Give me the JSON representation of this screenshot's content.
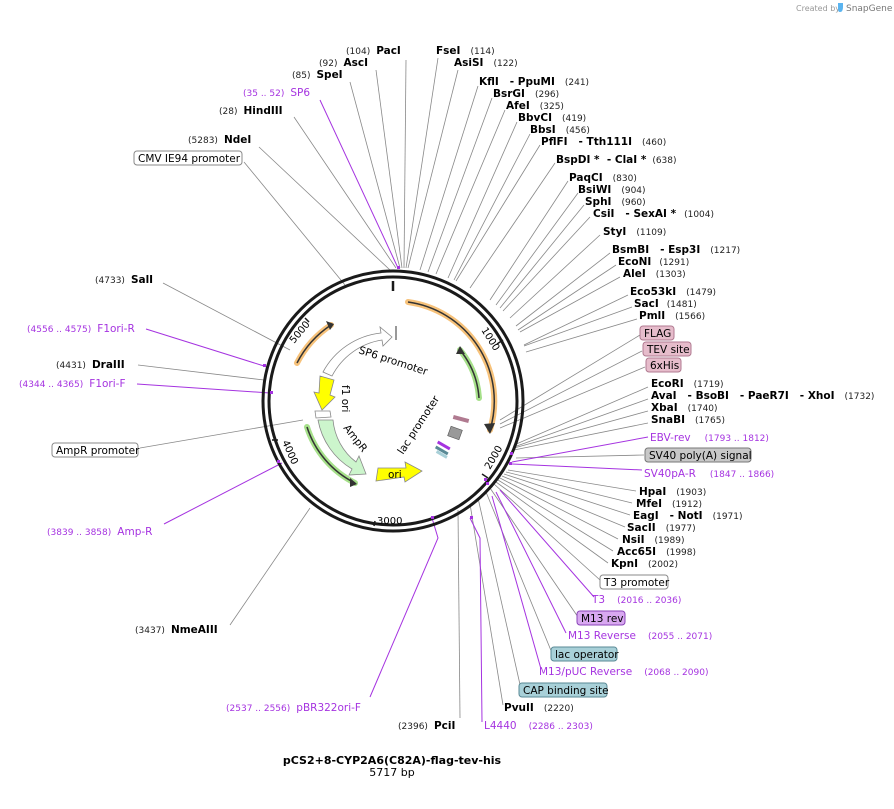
{
  "credit": {
    "prefix": "Created by",
    "brand": "SnapGene"
  },
  "plasmid": {
    "name": "pCS2+8-CYP2A6(C82A)-flag-tev-his",
    "length_label": "5717 bp",
    "length": 5717
  },
  "ticks": [
    "1000",
    "2000",
    "3000",
    "4000",
    "5000"
  ],
  "enzymes_top": [
    {
      "pos": "(104)",
      "name": "PacI"
    },
    {
      "pos": "(92)",
      "name": "AscI"
    },
    {
      "pos": "(85)",
      "name": "SpeI"
    },
    {
      "pos": "(28)",
      "name": "HindIII"
    },
    {
      "pos": "(5283)",
      "name": "NdeI"
    }
  ],
  "enzymes_right": [
    {
      "name": "FseI",
      "pos": "(114)"
    },
    {
      "name": "AsiSI",
      "pos": "(122)"
    },
    {
      "name": "KflI   - PpuMI",
      "pos": "(241)"
    },
    {
      "name": "BsrGI",
      "pos": "(296)"
    },
    {
      "name": "AfeI",
      "pos": "(325)"
    },
    {
      "name": "BbvCI",
      "pos": "(419)"
    },
    {
      "name": "BbsI",
      "pos": "(456)"
    },
    {
      "name": "PflFI   - Tth111I",
      "pos": "(460)"
    },
    {
      "name": "BspDI *  - ClaI *",
      "pos": "(638)"
    },
    {
      "name": "PaqCI",
      "pos": "(830)"
    },
    {
      "name": "BsiWI",
      "pos": "(904)"
    },
    {
      "name": "SphI",
      "pos": "(960)"
    },
    {
      "name": "CsiI   - SexAI *",
      "pos": "(1004)"
    },
    {
      "name": "StyI",
      "pos": "(1109)"
    },
    {
      "name": "BsmBI   - Esp3I",
      "pos": "(1217)"
    },
    {
      "name": "EcoNI",
      "pos": "(1291)"
    },
    {
      "name": "AleI",
      "pos": "(1303)"
    },
    {
      "name": "Eco53kI",
      "pos": "(1479)"
    },
    {
      "name": "SacI",
      "pos": "(1481)"
    },
    {
      "name": "PmlI",
      "pos": "(1566)"
    },
    {
      "name": "EcoRI",
      "pos": "(1719)"
    },
    {
      "name": "AvaI   - BsoBI   - PaeR7I   - XhoI",
      "pos": "(1732)"
    },
    {
      "name": "XbaI",
      "pos": "(1740)"
    },
    {
      "name": "SnaBI",
      "pos": "(1765)"
    },
    {
      "name": "HpaI",
      "pos": "(1903)"
    },
    {
      "name": "MfeI",
      "pos": "(1912)"
    },
    {
      "name": "EagI   - NotI",
      "pos": "(1971)"
    },
    {
      "name": "SacII",
      "pos": "(1977)"
    },
    {
      "name": "NsiI",
      "pos": "(1989)"
    },
    {
      "name": "Acc65I",
      "pos": "(1998)"
    },
    {
      "name": "KpnI",
      "pos": "(2002)"
    },
    {
      "name": "PvuII",
      "pos": "(2220)"
    }
  ],
  "enzymes_left": [
    {
      "pos": "(4733)",
      "name": "SalI"
    },
    {
      "pos": "(4431)",
      "name": "DraIII"
    },
    {
      "pos": "(3437)",
      "name": "NmeAIII"
    },
    {
      "pos": "(2396)",
      "name": "PciI"
    }
  ],
  "primers": [
    {
      "name": "SP6",
      "range": "(35 .. 52)"
    },
    {
      "name": "F1ori-R",
      "range": "(4556 .. 4575)"
    },
    {
      "name": "F1ori-F",
      "range": "(4344 .. 4365)"
    },
    {
      "name": "Amp-R",
      "range": "(3839 .. 3858)"
    },
    {
      "name": "pBR322ori-F",
      "range": "(2537 .. 2556)"
    },
    {
      "name": "EBV-rev",
      "range": "(1793 .. 1812)"
    },
    {
      "name": "SV40pA-R",
      "range": "(1847 .. 1866)"
    },
    {
      "name": "T3",
      "range": "(2016 .. 2036)"
    },
    {
      "name": "M13 Reverse",
      "range": "(2055 .. 2071)"
    },
    {
      "name": "M13/pUC Reverse",
      "range": "(2068 .. 2090)"
    },
    {
      "name": "L4440",
      "range": "(2286 .. 2303)"
    }
  ],
  "feature_boxes": [
    {
      "label": "CMV IE94 promoter",
      "fill": "#ffffff",
      "stroke": "#888888"
    },
    {
      "label": "AmpR promoter",
      "fill": "#ffffff",
      "stroke": "#888888"
    },
    {
      "label": "FLAG",
      "fill": "#e6bccb",
      "stroke": "#b07a90"
    },
    {
      "label": "TEV site",
      "fill": "#e6bccb",
      "stroke": "#b07a90"
    },
    {
      "label": "6xHis",
      "fill": "#e6bccb",
      "stroke": "#b07a90"
    },
    {
      "label": "SV40 poly(A) signal",
      "fill": "#c8c8c8",
      "stroke": "#777777"
    },
    {
      "label": "T3 promoter",
      "fill": "#ffffff",
      "stroke": "#888888"
    },
    {
      "label": "M13 rev",
      "fill": "#d8a8f0",
      "stroke": "#8a44b8"
    },
    {
      "label": "lac operator",
      "fill": "#a8d0d8",
      "stroke": "#5a8a96"
    },
    {
      "label": "CAP binding site",
      "fill": "#a8d0d8",
      "stroke": "#5a8a96"
    }
  ],
  "map_features": [
    {
      "label": "SP6 promoter",
      "color": "#ffffff"
    },
    {
      "label": "f1 ori",
      "color": "#ffff00"
    },
    {
      "label": "AmpR",
      "color": "#ccf5cc"
    },
    {
      "label": "ori",
      "color": "#ffff00"
    },
    {
      "label": "lac promoter",
      "color": "#ffffff"
    }
  ],
  "colors": {
    "primer": "#a533e0",
    "orf_orange": "#f7c27a",
    "orf_green": "#a6e08a",
    "backbone": "#1a1a1a"
  }
}
